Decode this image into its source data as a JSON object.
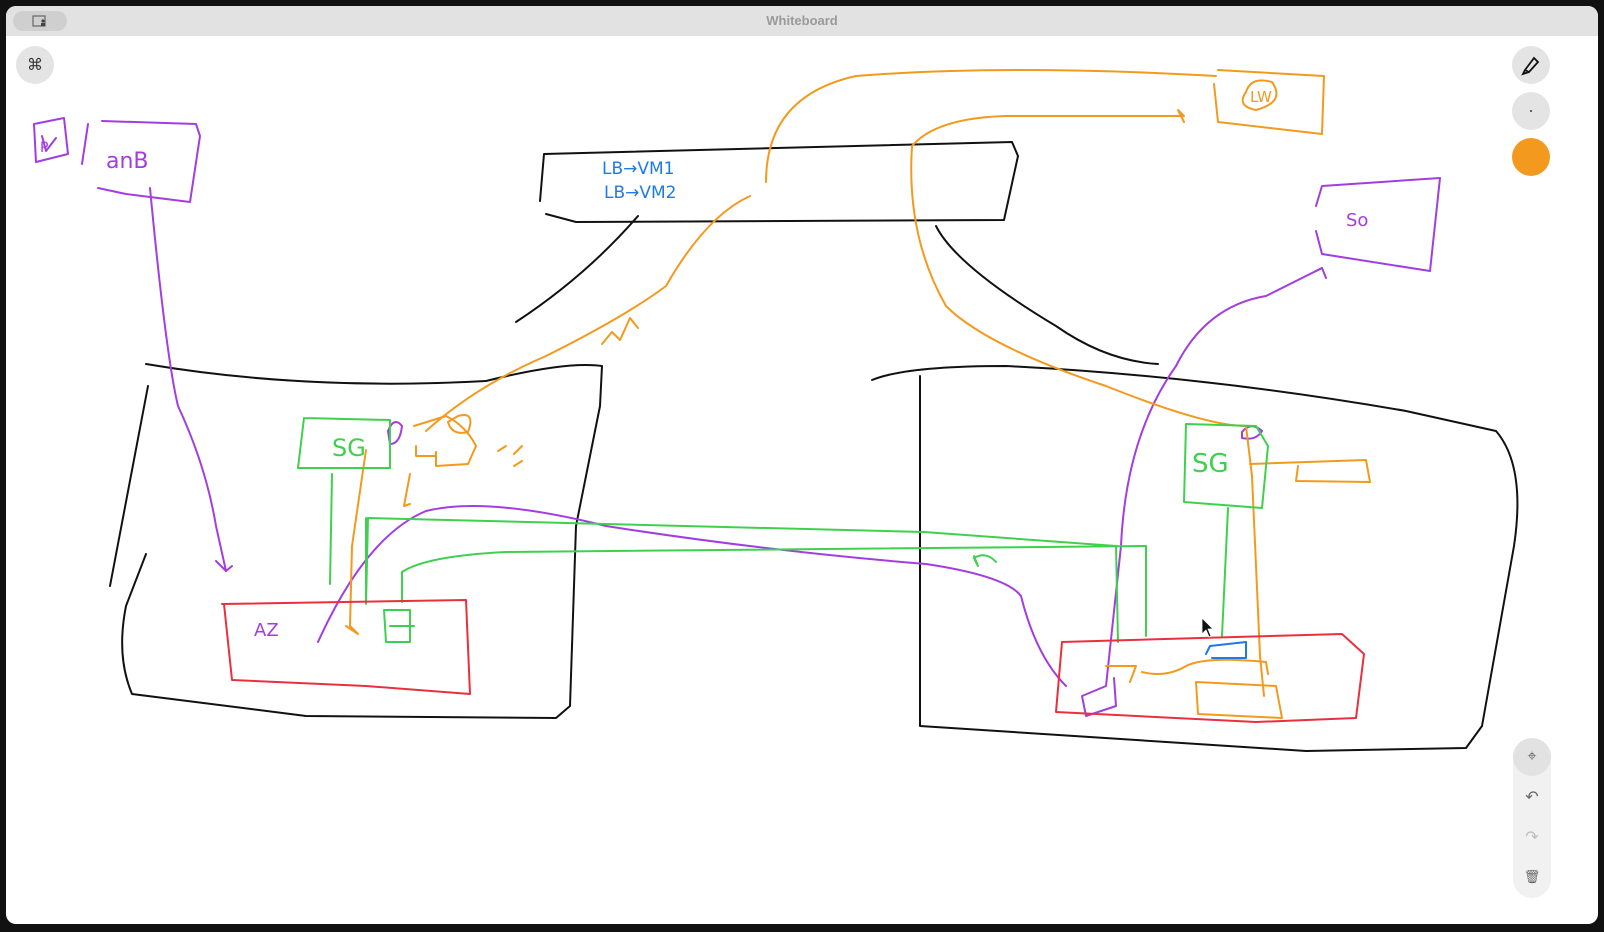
{
  "window": {
    "title": "Whiteboard"
  },
  "toolbar": {
    "command_label": "⌘",
    "pen_tool": "pen-icon",
    "stroke_size": "small",
    "active_color": "#f39a1e",
    "locate_label": "⌖",
    "undo_label": "↶",
    "redo_label": "↷",
    "delete_label": "🗑"
  },
  "drawing": {
    "labels": {
      "lb_vm1": "LB→VM1",
      "lb_vm2": "LB→VM2",
      "sg_left": "SG",
      "sg_right": "SG",
      "so": "So",
      "lw": "LW",
      "p": "P",
      "anb": "anB",
      "az": "AZ"
    },
    "colors": {
      "black": "#111111",
      "purple": "#a23ee0",
      "orange": "#f39a1e",
      "green": "#3fd14e",
      "red": "#e8303f",
      "blue": "#1f7ae6"
    }
  }
}
